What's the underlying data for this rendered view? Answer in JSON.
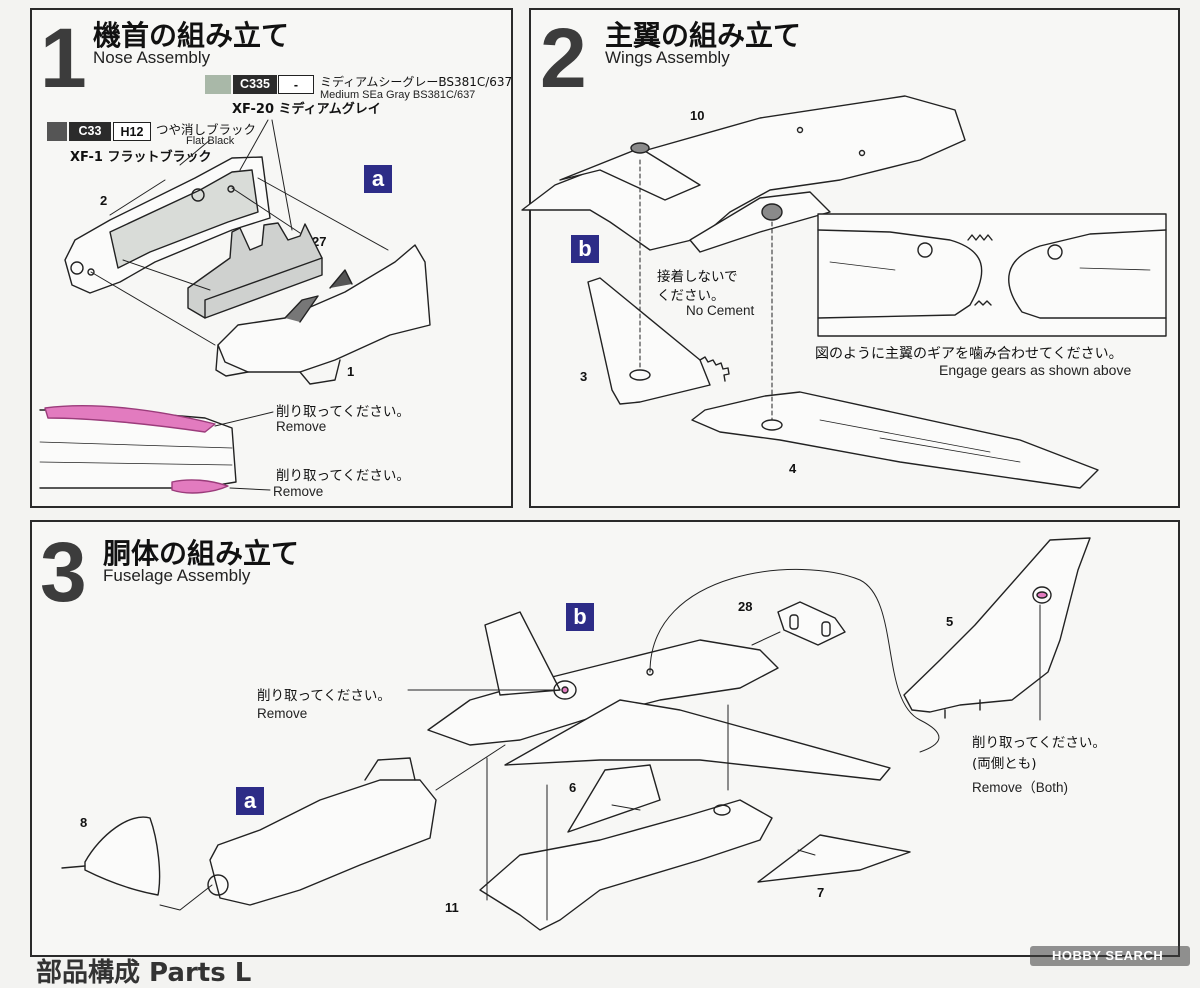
{
  "step1": {
    "number": "1",
    "title_jp": "機首の組み立て",
    "title_en": "Nose Assembly",
    "paint_gray": {
      "code": "C335",
      "h_code": "-",
      "name_jp": "ミディアムシーグレーBS381C/637",
      "name_en": "Medium SEa Gray BS381C/637",
      "xf": "XF-20 ミディアムグレイ",
      "swatch_color": "#a9b8a8"
    },
    "paint_black": {
      "code": "C33",
      "h_code": "H12",
      "name_jp": "つや消しブラック",
      "name_en": "Flat Black",
      "xf": "XF-1 フラットブラック",
      "swatch_color": "#555555"
    },
    "subassembly": "a",
    "parts": {
      "p2": "2",
      "p27": "27",
      "p1": "1"
    },
    "remove1_jp": "削り取ってください。",
    "remove1_en": "Remove",
    "remove2_jp": "削り取ってください。",
    "remove2_en": "Remove"
  },
  "step2": {
    "number": "2",
    "title_jp": "主翼の組み立て",
    "title_en": "Wings Assembly",
    "subassembly": "b",
    "parts": {
      "p10": "10",
      "p3": "3",
      "p4": "4"
    },
    "no_cement_jp_1": "接着しないで",
    "no_cement_jp_2": "ください。",
    "no_cement_en": "No Cement",
    "gears_jp": "図のように主翼のギアを噛み合わせてください。",
    "gears_en": "Engage gears as shown above"
  },
  "step3": {
    "number": "3",
    "title_jp": "胴体の組み立て",
    "title_en": "Fuselage Assembly",
    "tag_b": "b",
    "tag_a": "a",
    "parts": {
      "p28": "28",
      "p5": "5",
      "p8": "8",
      "p6": "6",
      "p7": "7",
      "p11": "11"
    },
    "remove_jp": "削り取ってください。",
    "remove_en": "Remove",
    "remove_both_jp_1": "削り取ってください。",
    "remove_both_jp_2": "(両側とも)",
    "remove_both_en": "Remove（Both)"
  },
  "footer_fragment": "部品構成 Parts L",
  "watermark": "HOBBY SEARCH",
  "colors": {
    "highlight": "#e27bbf",
    "tag_blue": "#2d2c87",
    "line": "#222222"
  }
}
